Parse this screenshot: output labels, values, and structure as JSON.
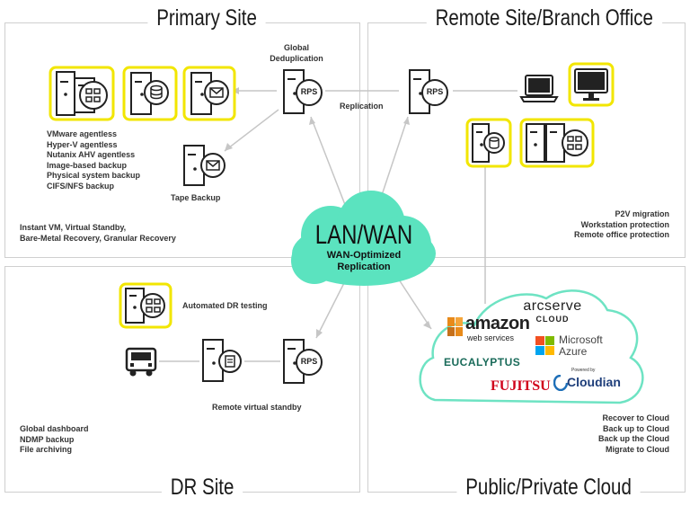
{
  "colors": {
    "accent": "#f2e600",
    "lan_cloud": "#5be3bf",
    "line": "#c6c6c6",
    "cloud_border": "#6ee3c3"
  },
  "quadrants": {
    "primary": "Primary Site",
    "remote": "Remote Site/Branch Office",
    "dr": "DR Site",
    "cloud": "Public/Private Cloud"
  },
  "center": {
    "title": "LAN/WAN",
    "subtitle_1": "WAN-Optimized",
    "subtitle_2": "Replication"
  },
  "labels": {
    "global_dedup_1": "Global",
    "global_dedup_2": "Deduplication",
    "replication": "Replication",
    "tape_backup": "Tape Backup",
    "rps": "RPS",
    "automated_dr": "Automated DR testing",
    "remote_virtual_standby": "Remote virtual standby"
  },
  "primary_features": [
    "VMware agentless",
    "Hyper-V agentless",
    "Nutanix AHV agentless",
    "Image-based backup",
    "Physical system backup",
    "CIFS/NFS backup"
  ],
  "primary_recovery": [
    "Instant VM, Virtual Standby,",
    "Bare-Metal Recovery, Granular Recovery"
  ],
  "remote_features": [
    "P2V migration",
    "Workstation protection",
    "Remote office protection"
  ],
  "dr_features": [
    "Global dashboard",
    "NDMP backup",
    "File archiving"
  ],
  "cloud_features": [
    "Recover to Cloud",
    "Back up to Cloud",
    "Back up the Cloud",
    "Migrate to Cloud"
  ],
  "cloud_logos": {
    "arcserve": "arcserve",
    "arcserve_sub": "CLOUD",
    "amazon": "amazon",
    "amazon_sub": "web services",
    "ms_1": "Microsoft",
    "ms_2": "Azure",
    "eucalyptus": "EUCALYPTUS",
    "fujitsu": "FUJITSU",
    "cloudian_pre": "Powered by",
    "cloudian": "Cloudian"
  },
  "icons": [
    "server-vm-icon",
    "server-database-icon",
    "server-mail-icon",
    "rps-server-icon",
    "tape-backup-icon",
    "laptop-icon",
    "monitor-icon",
    "truck-icon"
  ]
}
